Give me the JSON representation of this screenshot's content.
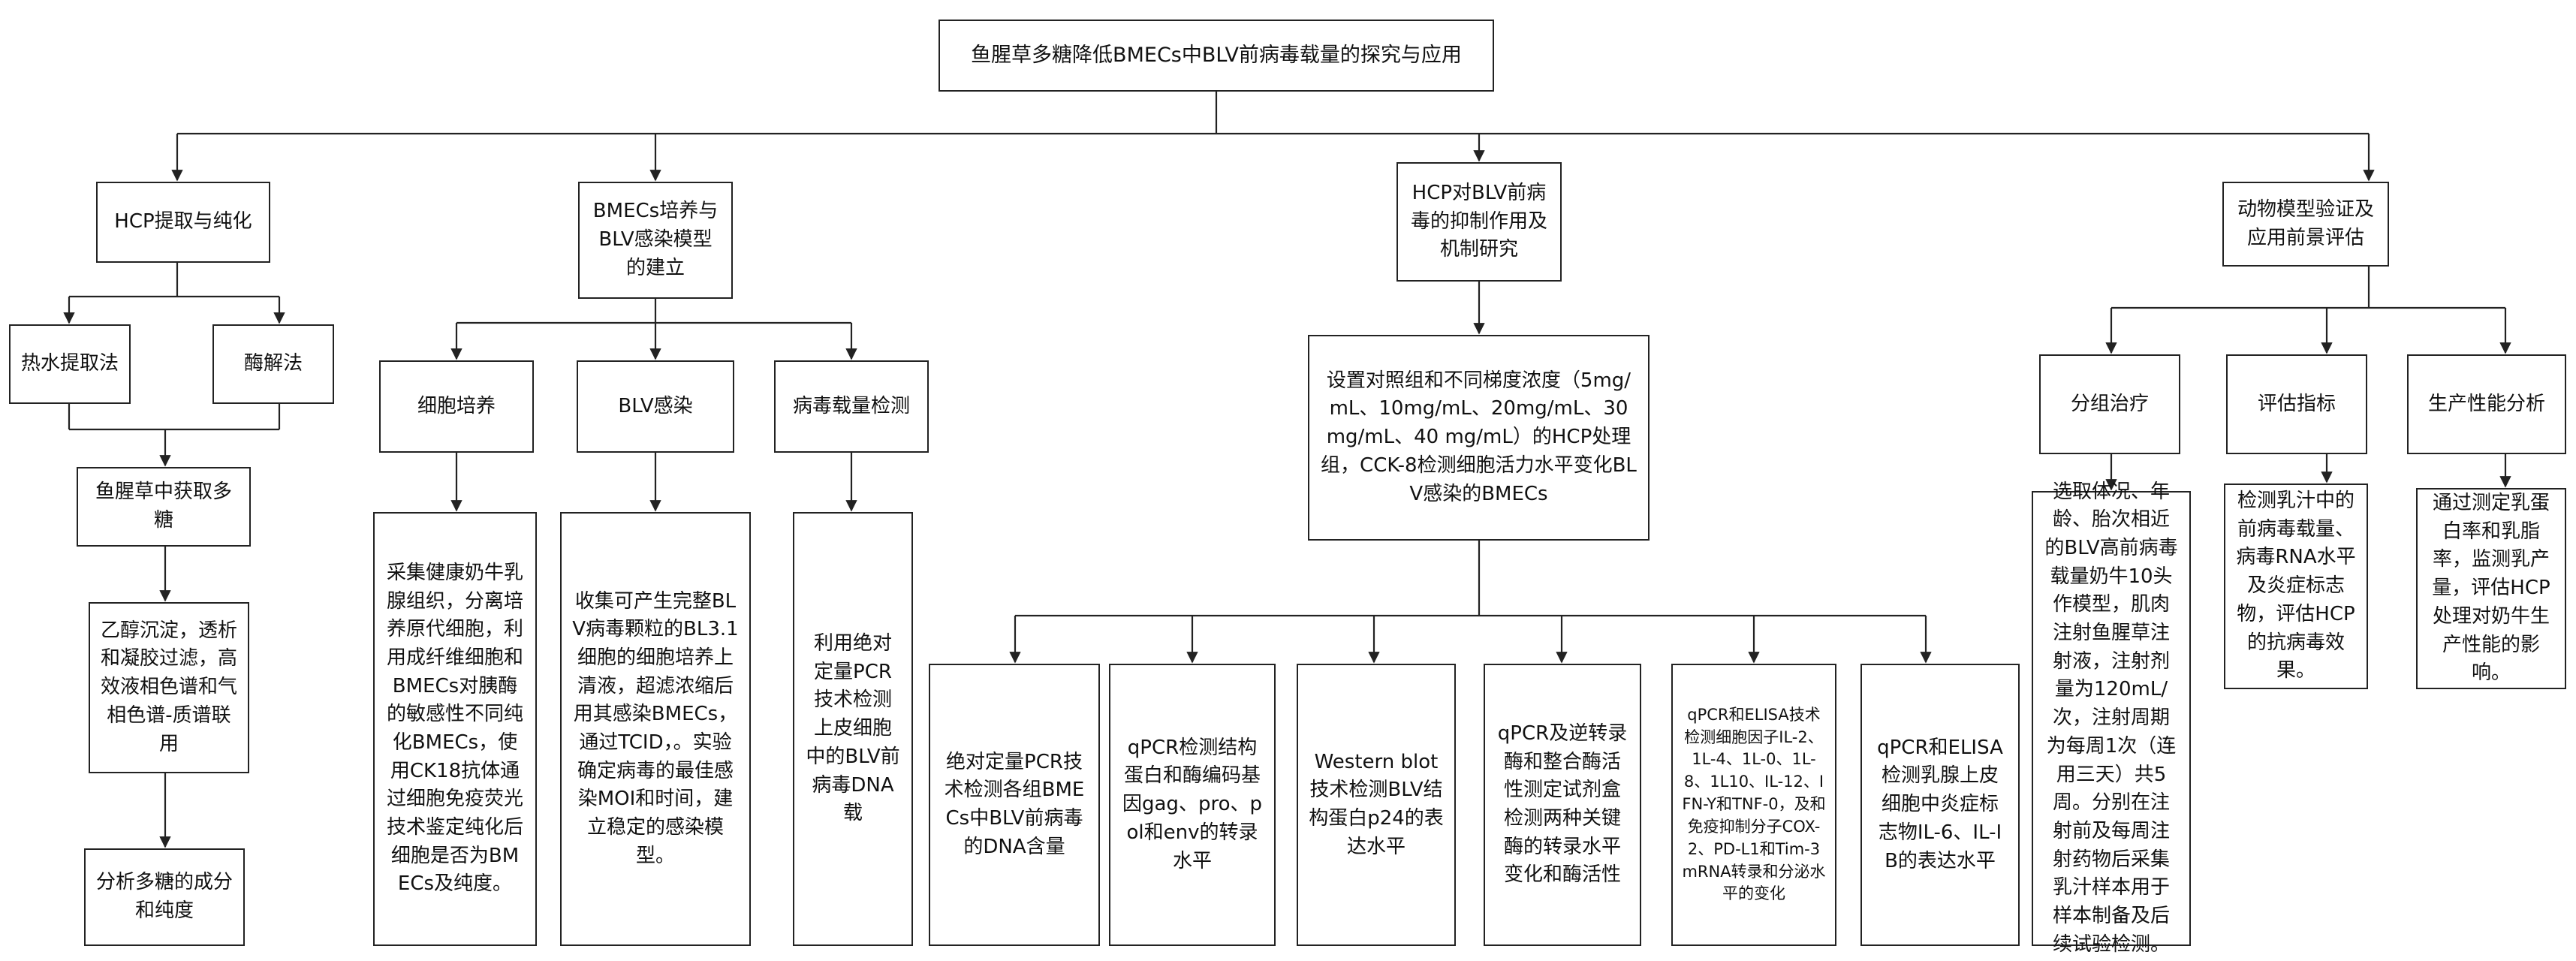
{
  "root": "鱼腥草多糖降低BMECs中BLV前病毒载量的探究与应用",
  "sections": {
    "extraction": {
      "title": "HCP提取与纯化",
      "method_hot_water": "热水提取法",
      "method_enzyme": "酶解法",
      "obtain": "鱼腥草中获取多糖",
      "purify": "乙醇沉淀，透析和凝胶过滤，高效液相色谱和气相色谱-质谱联用",
      "analyze": "分析多糖的成分和纯度"
    },
    "culture": {
      "title": "BMECs培养与BLV感染模型的建立",
      "cell_culture": "细胞培养",
      "blv_infection": "BLV感染",
      "viral_load": "病毒载量检测",
      "cell_culture_detail": "采集健康奶牛乳腺组织，分离培养原代细胞，利用成纤维细胞和BMECs对胰酶的敏感性不同纯化BMECs，使用CK18抗体通过细胞免疫荧光技术鉴定纯化后细胞是否为BMECs及纯度。",
      "infection_detail": "收集可产生完整BLV病毒颗粒的BL3.1细胞的细胞培养上清液，超滤浓缩后用其感染BMECs，通过TCID，。实验确定病毒的最佳感染MOI和时间，建立稳定的感染模型。",
      "viral_load_detail": "利用绝对定量PCR技术检测上皮细胞中的BLV前病毒DNA载"
    },
    "mechanism": {
      "title": "HCP对BLV前病毒的抑制作用及机制研究",
      "setup": "设置对照组和不同梯度浓度（5mg/mL、10mg/mL、20mg/mL、30mg/mL、40 mg/mL）的HCP处理组，CCK-8检测细胞活力水平变化BLV感染的BMECs",
      "assays": [
        "绝对定量PCR技术检测各组BMECs中BLV前病毒的DNA含量",
        "qPCR检测结构蛋白和酶编码基因gag、pro、pol和env的转录水平",
        "Western blot技术检测BLV结构蛋白p24的表达水平",
        "qPCR及逆转录酶和整合酶活性测定试剂盒检测两种关键酶的转录水平变化和酶活性",
        "qPCR和ELISA技术检测细胞因子IL-2、1L-4、1L-0、1L-8、1L10、IL-12、IFN-Y和TNF-0，及和免疫抑制分子COX-2、PD-L1和Tim-3 mRNA转录和分泌水平的变化",
        "qPCR和ELISA检测乳腺上皮细胞中炎症标志物IL-6、IL-IB的表达水平"
      ]
    },
    "animal": {
      "title": "动物模型验证及应用前景评估",
      "grouping": "分组治疗",
      "indicators": "评估指标",
      "production": "生产性能分析",
      "grouping_detail": "选取体况、年龄、胎次相近的BLV高前病毒载量奶牛10头作模型，肌肉注射鱼腥草注射液，注射剂量为120mL/次，注射周期为每周1次（连用三天）共5周。分别在注射前及每周注射药物后采集乳汁样本用于样本制备及后续试验检测。",
      "indicators_detail": "检测乳汁中的前病毒载量、病毒RNA水平及炎症标志物，评估HCP的抗病毒效果。",
      "production_detail": "通过测定乳蛋白率和乳脂率，监测乳产量，评估HCP处理对奶牛生产性能的影响。"
    }
  }
}
